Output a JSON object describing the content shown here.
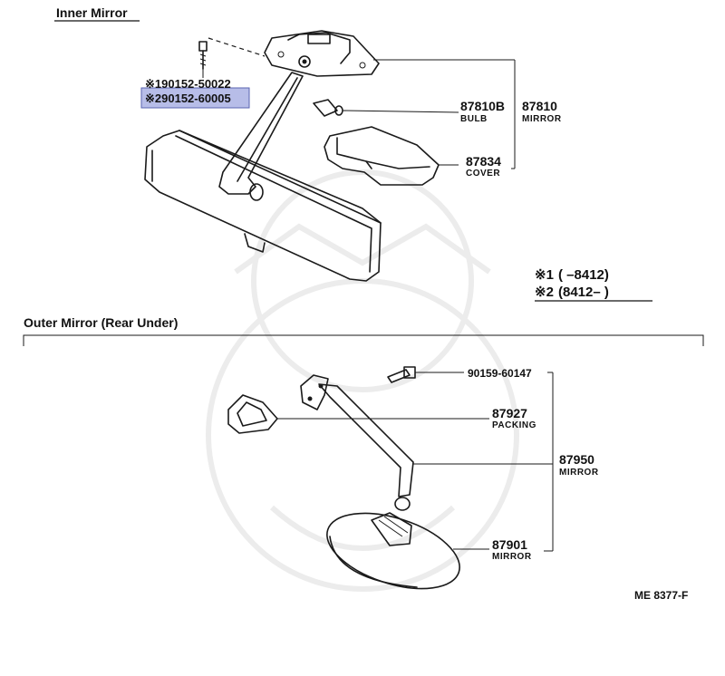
{
  "sections": {
    "inner_mirror_title": "Inner Mirror",
    "outer_mirror_title": "Outer Mirror (Rear Under)"
  },
  "inner_mirror": {
    "screw_part_1": "※190152-50022",
    "screw_part_2": "※290152-60005",
    "bulb_number": "87810B",
    "bulb_name": "BULB",
    "mirror_number": "87810",
    "mirror_name": "MIRROR",
    "cover_number": "87834",
    "cover_name": "COVER"
  },
  "legend": {
    "line1_mark": "※1",
    "line1_range": "(      –8412)",
    "line2_mark": "※2",
    "line2_range": "(8412–       )"
  },
  "outer_mirror": {
    "bolt_number": "90159-60147",
    "packing_number": "87927",
    "packing_name": "PACKING",
    "arm_number": "87950",
    "arm_name": "MIRROR",
    "mirror_number": "87901",
    "mirror_name": "MIRROR"
  },
  "diagram_code": "ME  8377-F",
  "highlight_color": "#b7bde8"
}
